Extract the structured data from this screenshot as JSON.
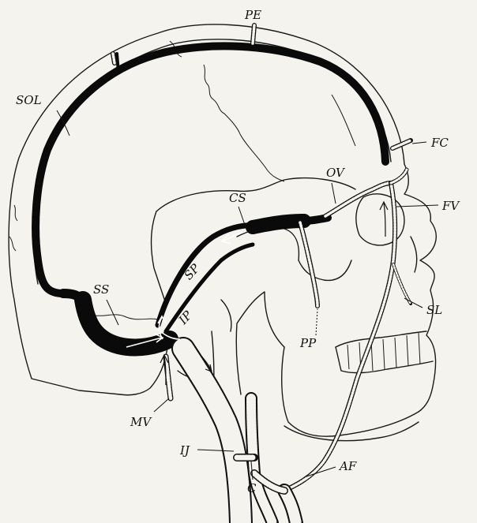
{
  "labels": {
    "pe": "PE",
    "sol": "SOL",
    "fc": "FC",
    "ov": "OV",
    "cs": "CS",
    "fv": "FV",
    "sp": "SP",
    "ss": "SS",
    "ip": "IP",
    "sl": "SL",
    "pp": "PP",
    "mv": "MV",
    "ij": "IJ",
    "c": "C",
    "af": "AF"
  },
  "colors": {
    "ink": "#111111",
    "paper": "#f4f3ee"
  }
}
